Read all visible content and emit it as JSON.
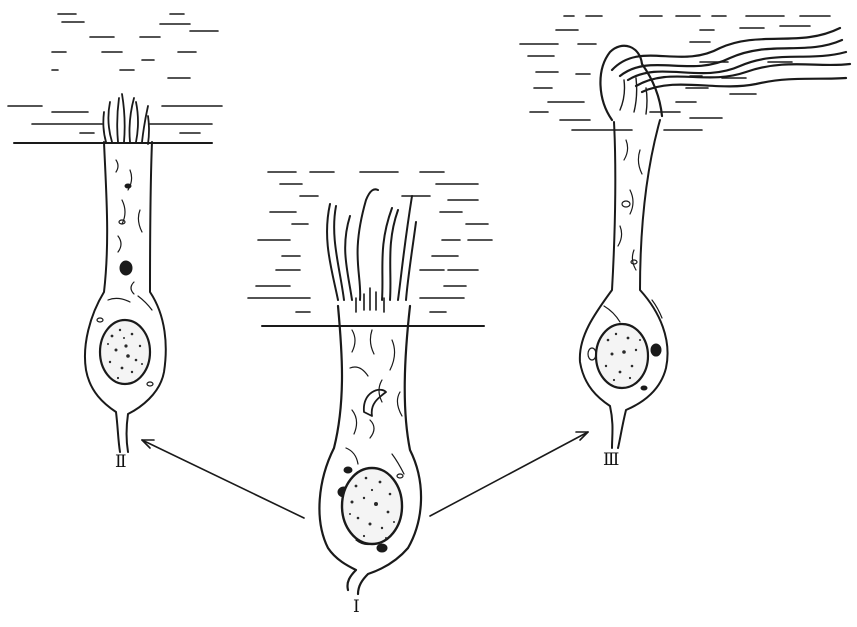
{
  "figure": {
    "labels": {
      "cell_i": "I",
      "cell_ii": "Ⅱ",
      "cell_iii": "Ⅲ"
    }
  }
}
